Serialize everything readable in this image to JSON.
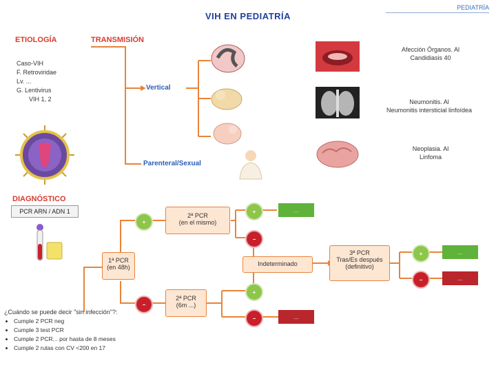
{
  "page": {
    "title": "VIH EN PEDIATRÍA",
    "tag": "PEDIATRÍA"
  },
  "etiologia": {
    "heading": "ETIOLOGÍA",
    "lines": [
      "Caso-VIH",
      "F. Retroviridae",
      "Lv. ...",
      "G. Lentivirus",
      "VIH 1, 2"
    ]
  },
  "transmision": {
    "heading": "TRANSMISIÓN",
    "vertical": "Vertical",
    "parenteral": "Parenteral/Sexual"
  },
  "diagnostico": {
    "heading": "DIAGNÓSTICO",
    "box": "PCR ARN / ADN 1"
  },
  "right_panel": {
    "item1": [
      "Afección Órganos. Al",
      "Candidiasis 40"
    ],
    "item2": [
      "Neumonitis. Al",
      "Neumonitis intersticial linfoídea"
    ],
    "item3": [
      "Neoplasia. Al",
      "Linfoma"
    ]
  },
  "flow": {
    "first_test": [
      "1ª PCR",
      "(en 48h)"
    ],
    "second_test_pos": [
      "2ª PCR",
      "(en el mismo)"
    ],
    "second_test_neg": [
      "2ª PCR",
      "(6m ...)"
    ],
    "indeterminate": "Indeterminado",
    "third_test": [
      "3ª PCR",
      "Tras/Es después",
      "(definitivo)"
    ],
    "pos_label": "+",
    "neg_label": "−",
    "result_pos": "...",
    "result_neg": "..."
  },
  "criteria": {
    "heading": "¿Cuándo se puede decir \"sin infección\"?:",
    "items": [
      "Cumple 2 PCR neg",
      "Cumple 3 test PCR",
      "Cumple 2 PCR... por hasta de 8 meses",
      "Cumple 2 rutas con CV <200 en 17"
    ]
  },
  "colors": {
    "accent_blue": "#1f3f9e",
    "accent_red": "#d83a2c",
    "positive": "#8dc64a",
    "negative": "#c8202a"
  }
}
